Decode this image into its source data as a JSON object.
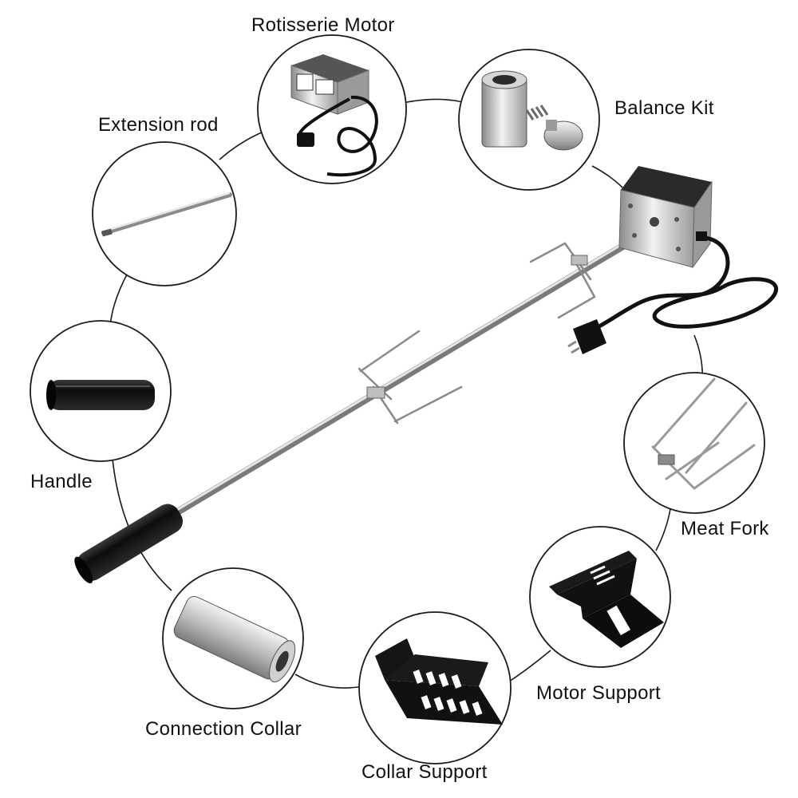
{
  "labels": {
    "rotisserie_motor": "Rotisserie Motor",
    "balance_kit": "Balance Kit",
    "extension_rod": "Extension rod",
    "handle": "Handle",
    "meat_fork": "Meat Fork",
    "motor_support": "Motor Support",
    "connection_collar": "Connection Collar",
    "collar_support": "Collar Support"
  },
  "colors": {
    "outline": "#1a1a1a",
    "steel_light": "#e8e8e8",
    "steel_dark": "#8a8a8a",
    "black_part": "#111111",
    "label_text": "#111111"
  }
}
